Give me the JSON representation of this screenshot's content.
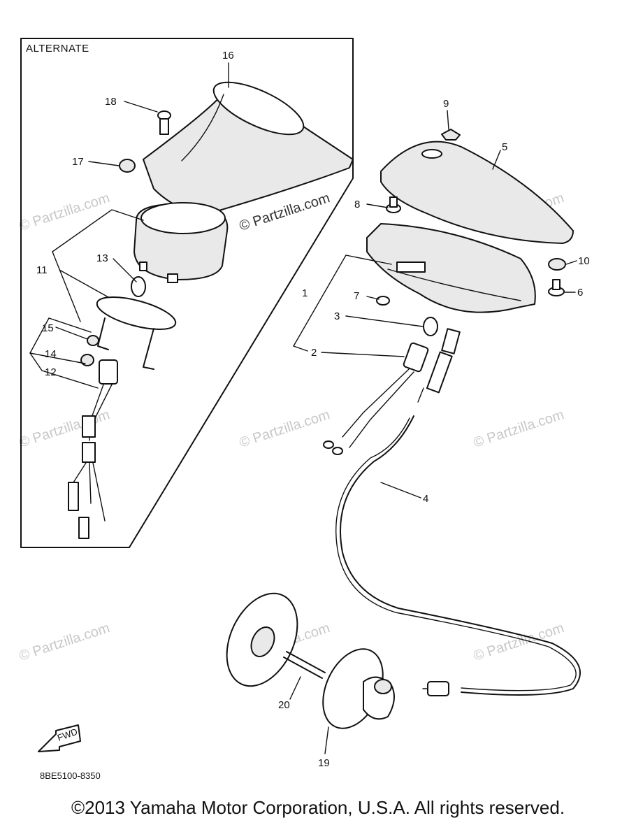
{
  "alternate_label": "ALTERNATE",
  "callouts": [
    "1",
    "2",
    "3",
    "4",
    "5",
    "6",
    "7",
    "8",
    "9",
    "10",
    "11",
    "12",
    "13",
    "14",
    "15",
    "16",
    "17",
    "18",
    "19",
    "20"
  ],
  "watermark_text": "© Partzilla.com",
  "diagram_code": "8BE5100-8350",
  "fwd_label": "FWD",
  "copyright": "©2013  Yamaha Motor Corporation, U.S.A. All rights reserved."
}
